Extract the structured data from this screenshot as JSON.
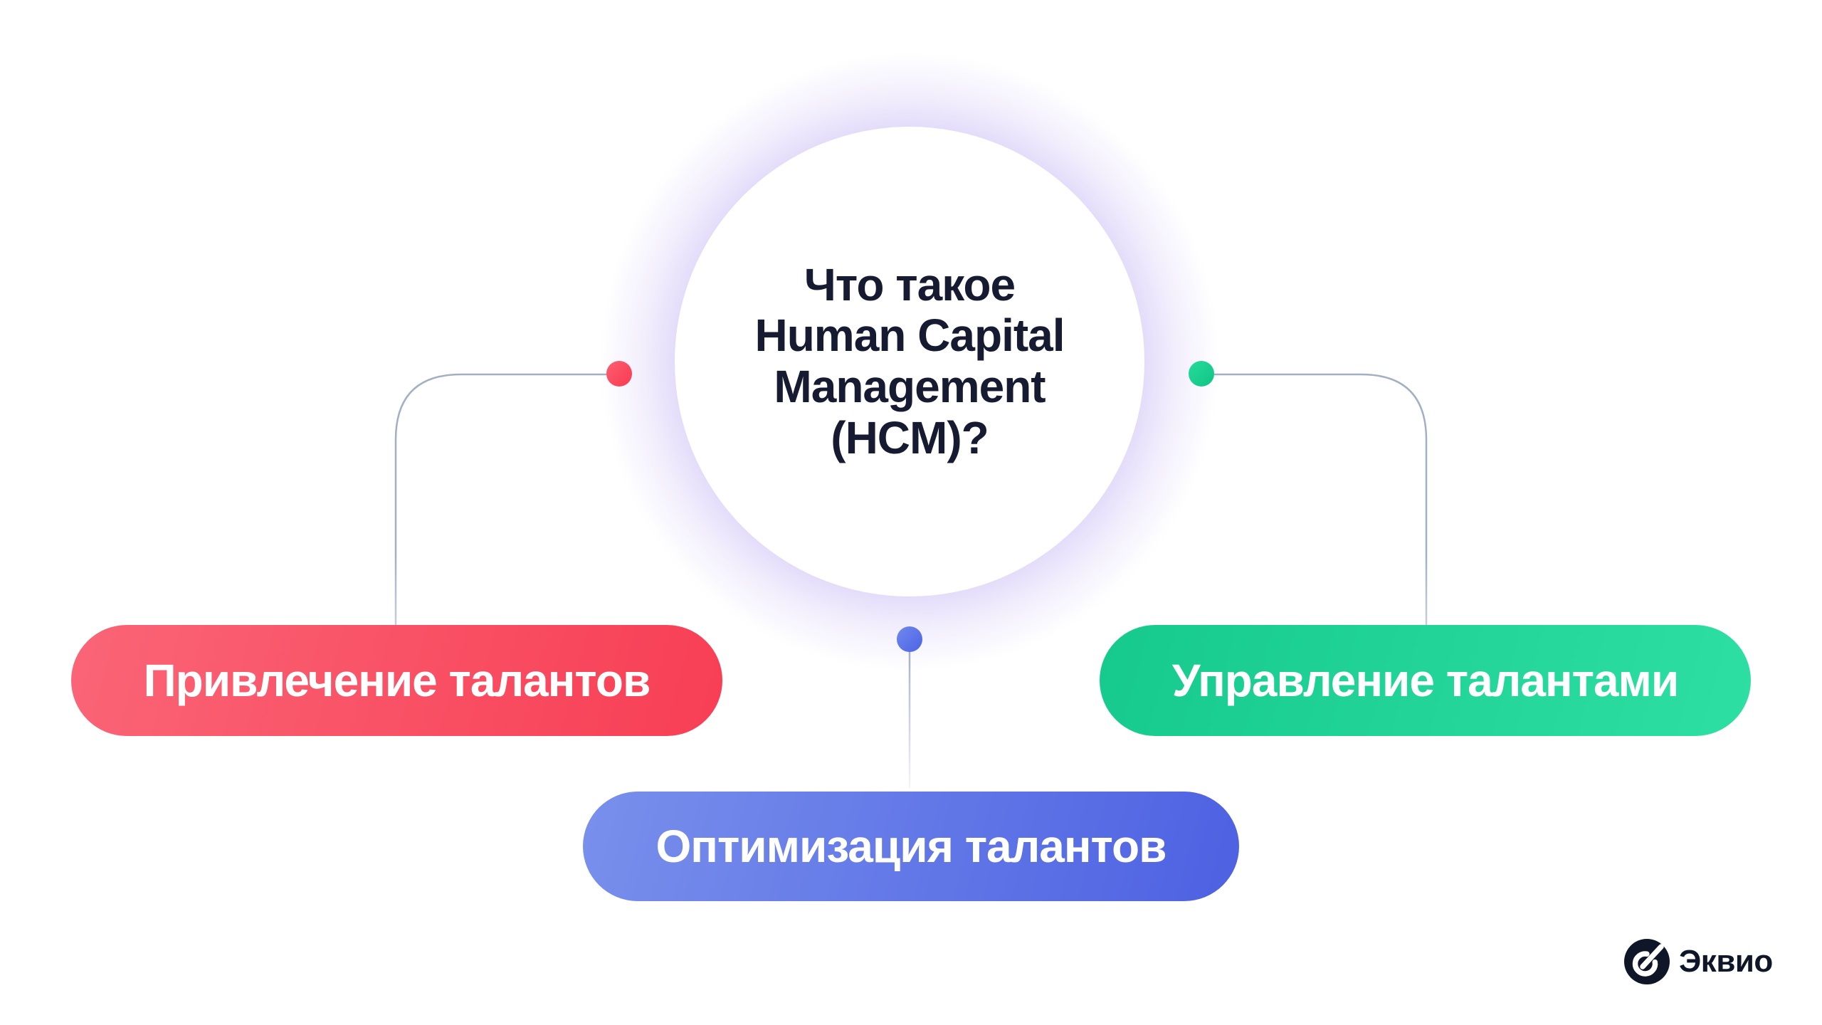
{
  "center": {
    "title_lines": [
      "Что такое",
      "Human Capital",
      "Management",
      "(HCM)?"
    ],
    "text_color": "#161b31",
    "circle_color": "#ffffff",
    "glow_color": "#9476ec"
  },
  "nodes": [
    {
      "id": "talent-attraction",
      "label": "Привлечение талантов",
      "position": "left",
      "color_from": "#fa6577",
      "color_to": "#f83e54",
      "dot_color": "#f94b60"
    },
    {
      "id": "talent-management",
      "label": "Управление талантами",
      "position": "right",
      "color_from": "#16c98c",
      "color_to": "#2edfa3",
      "dot_color": "#18d193"
    },
    {
      "id": "talent-optimization",
      "label": "Оптимизация талантов",
      "position": "bottom",
      "color_from": "#7990ec",
      "color_to": "#4d61e2",
      "dot_color": "#5d78e9"
    }
  ],
  "connectors": {
    "line_color": "#a3b0c4"
  },
  "branding": {
    "logo_text": "Эквио",
    "logo_color": "#0e1628"
  }
}
